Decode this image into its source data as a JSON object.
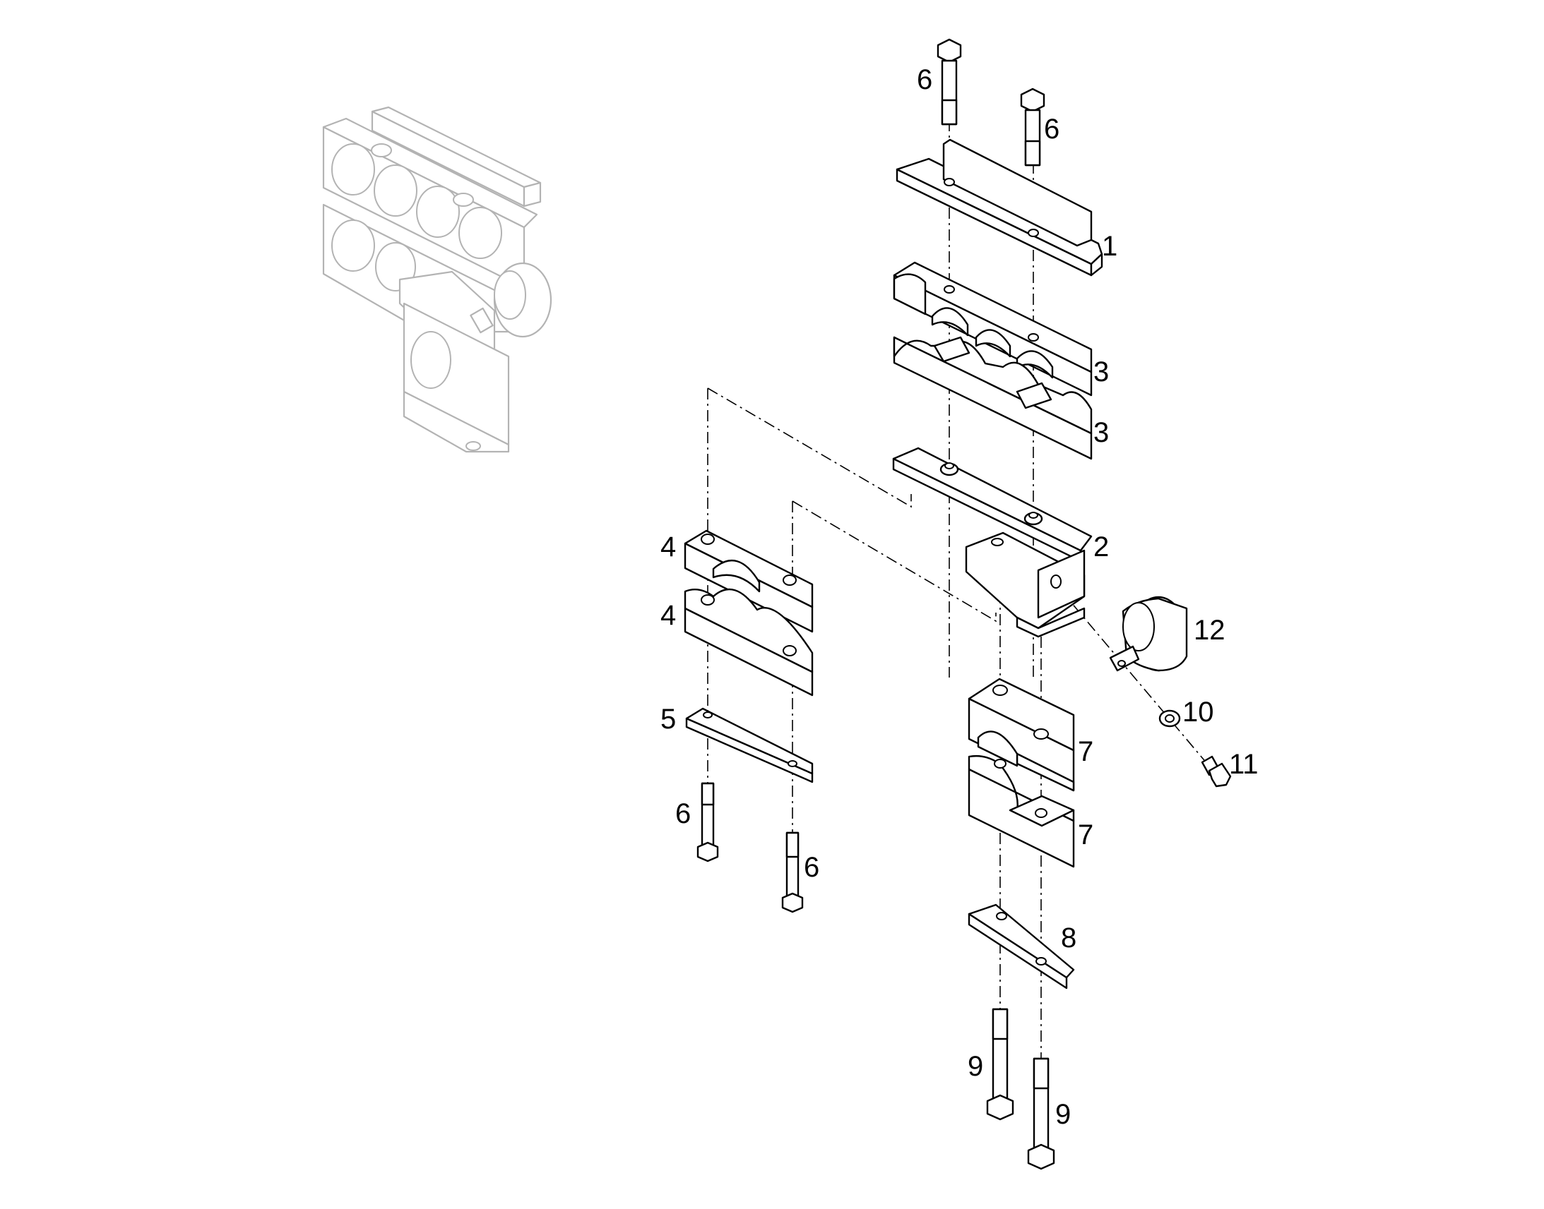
{
  "callouts": [
    {
      "id": "c1",
      "text": "1"
    },
    {
      "id": "c2",
      "text": "2"
    },
    {
      "id": "c3a",
      "text": "3"
    },
    {
      "id": "c3b",
      "text": "3"
    },
    {
      "id": "c4a",
      "text": "4"
    },
    {
      "id": "c4b",
      "text": "4"
    },
    {
      "id": "c5",
      "text": "5"
    },
    {
      "id": "c6a",
      "text": "6"
    },
    {
      "id": "c6b",
      "text": "6"
    },
    {
      "id": "c6c",
      "text": "6"
    },
    {
      "id": "c6d",
      "text": "6"
    },
    {
      "id": "c7a",
      "text": "7"
    },
    {
      "id": "c7b",
      "text": "7"
    },
    {
      "id": "c8",
      "text": "8"
    },
    {
      "id": "c9a",
      "text": "9"
    },
    {
      "id": "c9b",
      "text": "9"
    },
    {
      "id": "c10",
      "text": "10"
    },
    {
      "id": "c11",
      "text": "11"
    },
    {
      "id": "c12",
      "text": "12"
    }
  ],
  "colors": {
    "line": "#000000",
    "ghost": "#b3b3b3",
    "background": "#ffffff"
  }
}
